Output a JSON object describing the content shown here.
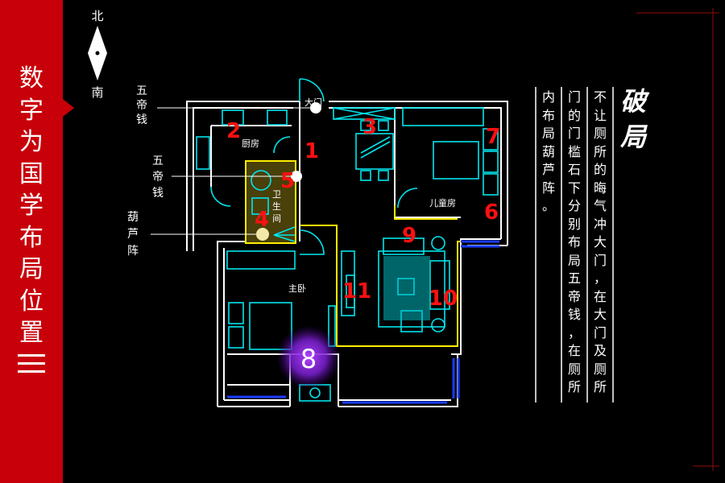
{
  "sidebar": {
    "title_chars": [
      "数",
      "字",
      "为",
      "国",
      "学",
      "布",
      "局",
      "位",
      "置"
    ],
    "section_number": "三"
  },
  "compass": {
    "north": "北",
    "south": "南"
  },
  "callouts": {
    "wudi_top": [
      "五",
      "帝",
      "钱"
    ],
    "wudi_mid": [
      "五",
      "帝",
      "钱"
    ],
    "hulu": [
      "葫",
      "芦",
      "阵"
    ]
  },
  "rooms": {
    "main_door": "大门",
    "kitchen": "厨房",
    "bathroom": [
      "卫",
      "生",
      "间"
    ],
    "kids_room": "儿童房",
    "master_bedroom": "主卧"
  },
  "markers": [
    "1",
    "2",
    "3",
    "4",
    "5",
    "6",
    "7",
    "8",
    "9",
    "10",
    "11"
  ],
  "panel": {
    "heading": [
      "破",
      "局"
    ],
    "columns": [
      [
        "不",
        "让",
        "厕",
        "所",
        "的",
        "晦",
        "气",
        "冲",
        "大",
        "门",
        "，",
        "在",
        "大",
        "门",
        "及",
        "厕",
        "所"
      ],
      [
        "门",
        "的",
        "门",
        "槛",
        "石",
        "下",
        "分",
        "别",
        "布",
        "局",
        "五",
        "帝",
        "钱",
        "，",
        "在",
        "厕",
        "所"
      ],
      [
        "内",
        "布",
        "局",
        "葫",
        "芦",
        "阵",
        "。"
      ]
    ]
  },
  "colors": {
    "sidebar_red": "#c8000a",
    "wall_white": "#ffffff",
    "fixture_cyan": "#00e5ee",
    "highlight_yellow": "#ffee00",
    "marker_red": "#ff1010",
    "window_blue": "#1a3cff",
    "spot_purple": "#8a2be2"
  }
}
